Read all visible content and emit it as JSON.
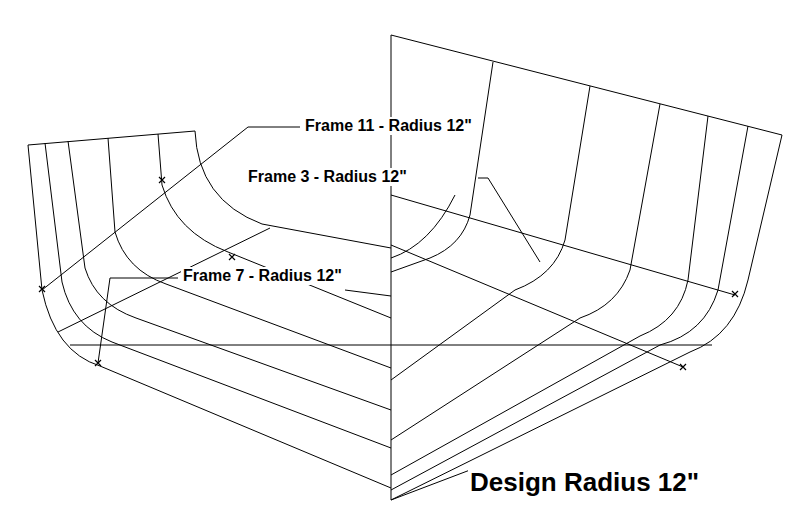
{
  "diagram": {
    "caption": "Design Radius 12\"",
    "labels": [
      "Frame 11 - Radius 12\"",
      "Frame 3 - Radius 12\"",
      "Frame 7 - Radius 12\""
    ]
  }
}
